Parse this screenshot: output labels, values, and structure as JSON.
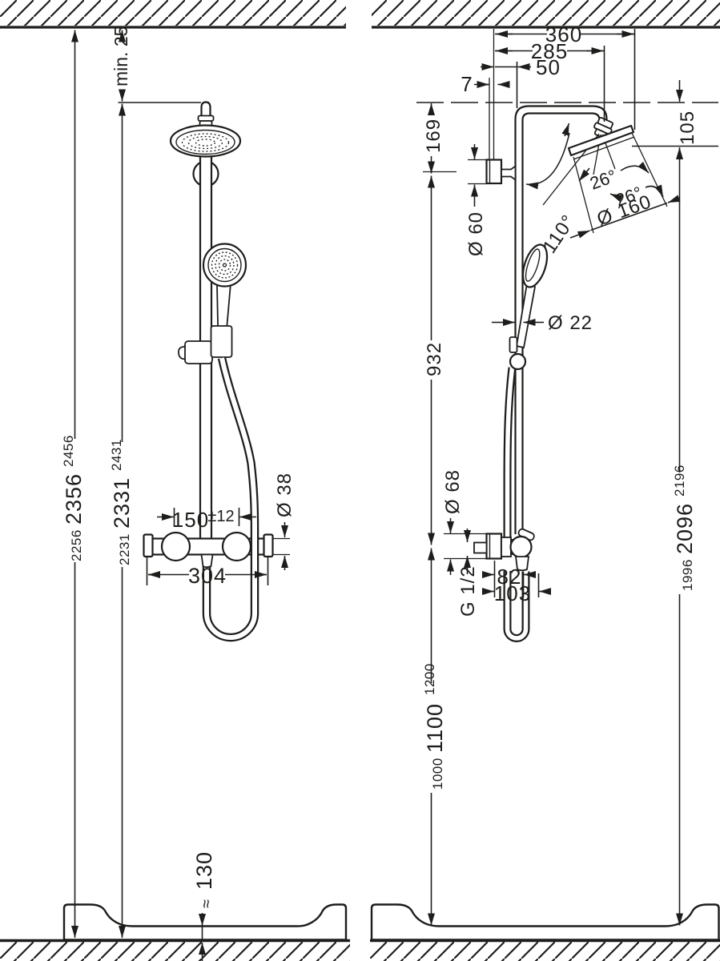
{
  "drawing": {
    "kind": "technical-dimension-drawing",
    "subject": "shower pipe system with overhead shower, hand shower and thermostat",
    "views": [
      "front",
      "side"
    ],
    "line_color": "#1d1d1b",
    "background": "#ffffff"
  },
  "front_view": {
    "min_clearance": "min. 25",
    "total_height": {
      "low": "2256",
      "main": "2356",
      "high": "2456"
    },
    "pipe_height": {
      "low": "2231",
      "main": "2331",
      "high": "2431"
    },
    "spacing": "150",
    "spacing_tol": "±12",
    "valve_dia": "Ø 38",
    "valve_width": "304",
    "tray_approx": "≈",
    "tray_height": "130"
  },
  "side_view": {
    "reach": "360",
    "reach_center": "285",
    "wall_offset": "50",
    "plate_gap": "7",
    "bracket_drop": "169",
    "head_drop": "105",
    "bracket_dia": "Ø 60",
    "head_angle": "110°",
    "spray_angle": "26°",
    "tilt_angle": "26°",
    "head_dia": "Ø 160",
    "pipe_dia": "Ø 22",
    "riser_len": "932",
    "escutcheon_dia": "Ø 68",
    "outlet_depth": "82",
    "body_depth": "103",
    "thread": "G 1/2",
    "valve_height": {
      "low": "1000",
      "main": "1100",
      "high": "1200"
    },
    "head_height": {
      "low": "1996",
      "main": "2096",
      "high": "2196"
    }
  }
}
